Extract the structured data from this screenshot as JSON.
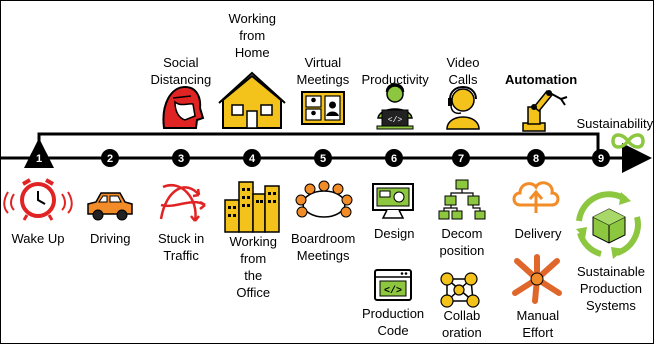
{
  "colors": {
    "orange": "#f28c28",
    "yellow": "#f3c21b",
    "green": "#8dc63f",
    "red": "#e02424",
    "dark": "#222222"
  },
  "top_items": [
    {
      "id": "social-distancing",
      "lines": [
        "Social",
        "Distancing"
      ],
      "icon": "masked-face-icon"
    },
    {
      "id": "working-from-home",
      "lines": [
        "Working",
        "from",
        "Home"
      ],
      "icon": "house-icon"
    },
    {
      "id": "virtual-meetings",
      "lines": [
        "Virtual",
        "Meetings"
      ],
      "icon": "video-conference-icon"
    },
    {
      "id": "productivity",
      "lines": [
        "Productivity"
      ],
      "icon": "person-laptop-icon"
    },
    {
      "id": "video-calls",
      "lines": [
        "Video",
        "Calls"
      ],
      "icon": "headset-operator-icon"
    },
    {
      "id": "automation",
      "lines": [
        "Automation"
      ],
      "icon": "robot-arm-icon"
    },
    {
      "id": "sustainability",
      "lines": [
        "Sustainability"
      ],
      "icon": "infinity-icon"
    }
  ],
  "steps": [
    "1",
    "2",
    "3",
    "4",
    "5",
    "6",
    "7",
    "8",
    "9"
  ],
  "bottom_items": [
    {
      "id": "wake-up",
      "lines": [
        "Wake Up"
      ],
      "icon": "alarm-clock-icon"
    },
    {
      "id": "driving",
      "lines": [
        "Driving"
      ],
      "icon": "car-icon"
    },
    {
      "id": "stuck-in-traffic",
      "lines": [
        "Stuck in",
        "Traffic"
      ],
      "icon": "tangled-arrows-icon"
    },
    {
      "id": "working-from-office",
      "lines": [
        "Working",
        "from",
        "the",
        "Office"
      ],
      "icon": "office-buildings-icon"
    },
    {
      "id": "boardroom-meetings",
      "lines": [
        "Boardroom",
        "Meetings"
      ],
      "icon": "boardroom-table-icon"
    },
    {
      "id": "design",
      "lines": [
        "Design"
      ],
      "icon": "design-monitor-icon"
    },
    {
      "id": "decomposition",
      "lines": [
        "Decom",
        "position"
      ],
      "icon": "hierarchy-icon"
    },
    {
      "id": "delivery",
      "lines": [
        "Delivery"
      ],
      "icon": "cloud-upload-icon"
    },
    {
      "id": "sustainable-production",
      "lines": [
        "Sustainable",
        "Production",
        "Systems"
      ],
      "icon": "recycle-box-icon"
    },
    {
      "id": "production-code",
      "lines": [
        "Production",
        "Code"
      ],
      "icon": "code-window-icon"
    },
    {
      "id": "collaboration",
      "lines": [
        "Collab",
        "oration"
      ],
      "icon": "network-people-icon"
    },
    {
      "id": "manual-effort",
      "lines": [
        "Manual",
        "Effort"
      ],
      "icon": "joined-hands-icon"
    }
  ]
}
